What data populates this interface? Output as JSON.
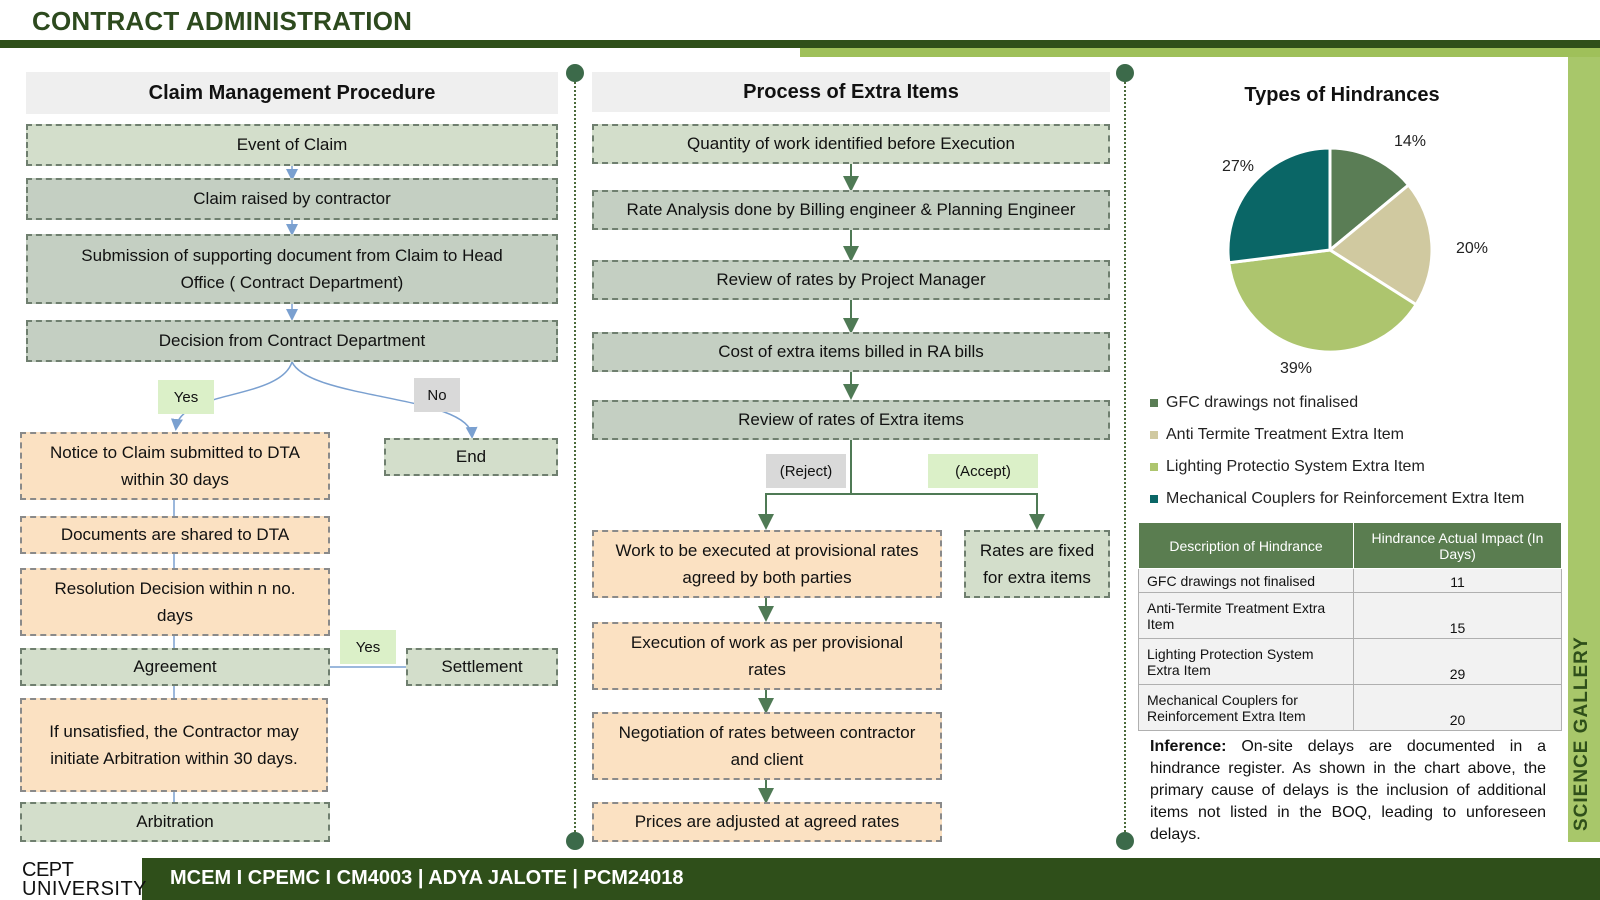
{
  "header": {
    "title": "CONTRACT ADMINISTRATION"
  },
  "side_label": "SCIENCE GALLERY",
  "footer": {
    "logo_top": "CEPT",
    "logo_bottom": "UNIVERSITY",
    "text": "MCEM I CPEMC I CM4003 | ADYA JALOTE | PCM24018"
  },
  "claim": {
    "heading": "Claim Management Procedure",
    "event": "Event of Claim",
    "raised": "Claim raised by contractor",
    "submission": "Submission of supporting document from Claim to Head Office ( Contract Department)",
    "decision": "Decision from Contract Department",
    "yes": "Yes",
    "no": "No",
    "notice": "Notice to Claim submitted to DTA within 30 days",
    "end": "End",
    "shared": "Documents are shared to DTA",
    "resolution": "Resolution Decision within n no. days",
    "agreement": "Agreement",
    "yes2": "Yes",
    "settlement": "Settlement",
    "unsatisfied": "If unsatisfied, the Contractor may initiate Arbitration within 30 days.",
    "arbitration": "Arbitration"
  },
  "extra": {
    "heading": "Process of Extra Items",
    "quantity": "Quantity of work identified before Execution",
    "rate_analysis": "Rate Analysis done by Billing engineer & Planning Engineer",
    "review_pm": "Review of rates by Project Manager",
    "cost": "Cost of extra items billed in RA bills",
    "review_extra": "Review of rates of Extra items",
    "reject": "(Reject)",
    "accept": "(Accept)",
    "provisional": "Work to be executed at provisional rates agreed by both parties",
    "fixed": "Rates are fixed for extra items",
    "execution": "Execution of work as per provisional rates",
    "negotiation": "Negotiation of rates between contractor and client",
    "adjusted": "Prices are adjusted at agreed rates"
  },
  "chart_data": {
    "type": "pie",
    "title": "Types of Hindrances",
    "categories": [
      "GFC drawings not finalised",
      "Anti Termite Treatment Extra Item",
      "Lighting Protectio System Extra Item",
      "Mechanical Couplers for Reinforcement Extra Item"
    ],
    "values": [
      14,
      20,
      39,
      27
    ],
    "labels": [
      "14%",
      "20%",
      "39%",
      "27%"
    ],
    "colors": [
      "#5a7d55",
      "#d0c9a0",
      "#adc56e",
      "#0a6666"
    ],
    "legend_position": "bottom"
  },
  "table": {
    "headers": [
      "Description of Hindrance",
      "Hindrance Actual Impact (In Days)"
    ],
    "rows": [
      {
        "desc": "GFC drawings not finalised",
        "days": "11"
      },
      {
        "desc": "Anti-Termite Treatment Extra Item",
        "days": "15"
      },
      {
        "desc": "Lighting Protection System Extra Item",
        "days": "29"
      },
      {
        "desc": "Mechanical Couplers for Reinforcement Extra Item",
        "days": "20"
      }
    ]
  },
  "inference": {
    "label": "Inference:",
    "text": " On-site delays are documented in a hindrance register. As shown in the chart above, the primary cause of delays is the inclusion of additional items not listed in the BOQ, leading to unforeseen delays."
  }
}
